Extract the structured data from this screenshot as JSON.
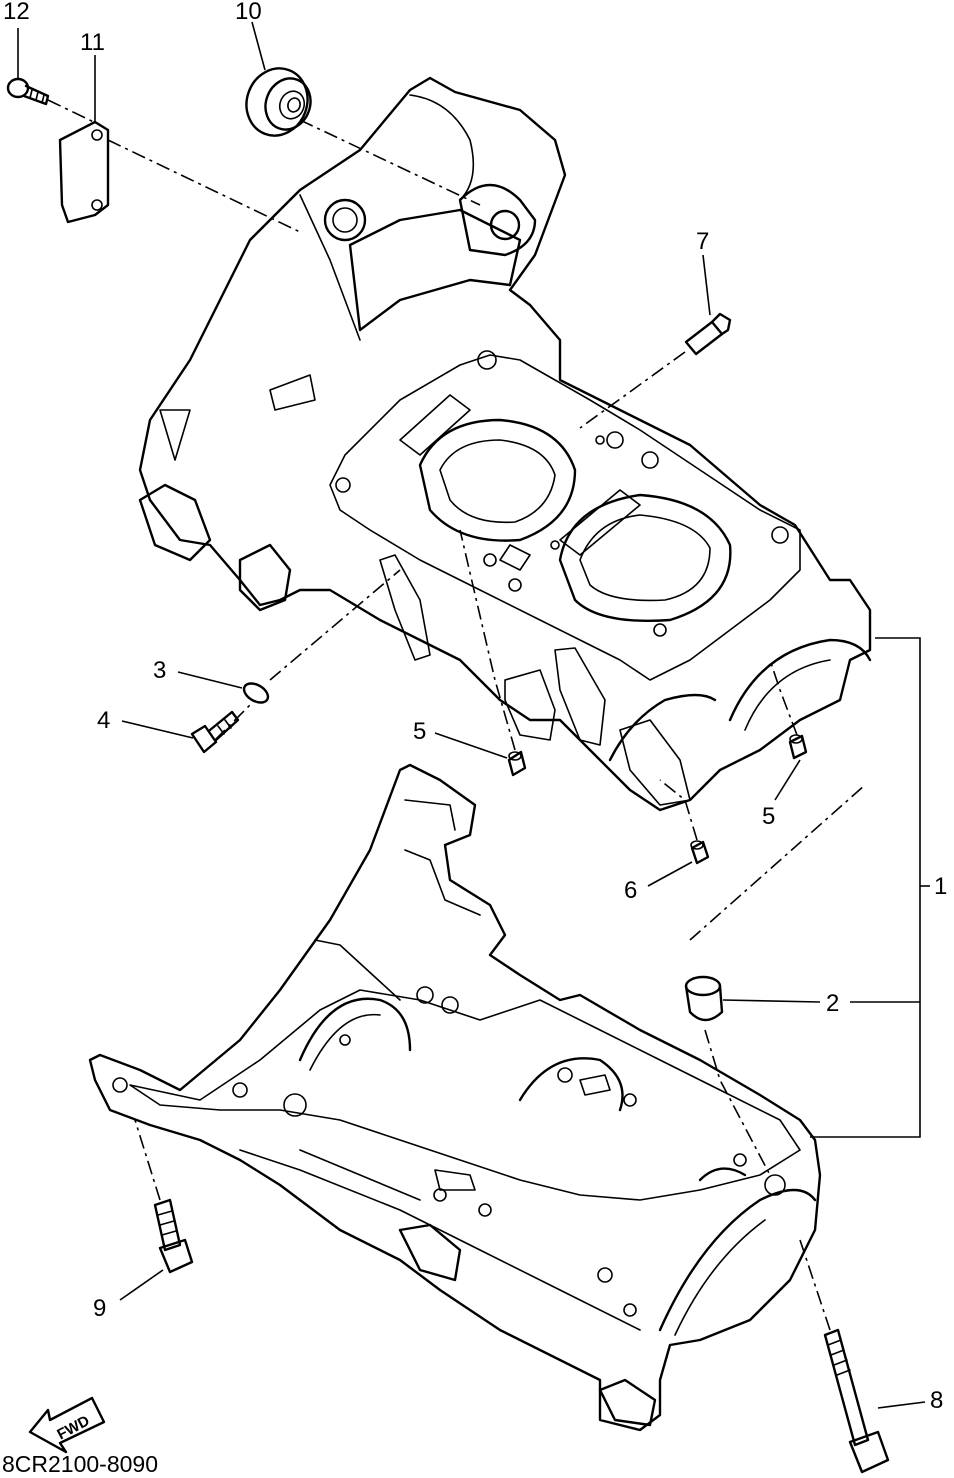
{
  "callouts": [
    {
      "number": "1"
    },
    {
      "number": "2"
    },
    {
      "number": "3"
    },
    {
      "number": "4"
    },
    {
      "number": "5"
    },
    {
      "number": "5"
    },
    {
      "number": "6"
    },
    {
      "number": "7"
    },
    {
      "number": "8"
    },
    {
      "number": "9"
    },
    {
      "number": "10"
    },
    {
      "number": "11"
    },
    {
      "number": "12"
    }
  ],
  "fwd_label": "FWD",
  "diagram_code": "8CR2100-8090"
}
